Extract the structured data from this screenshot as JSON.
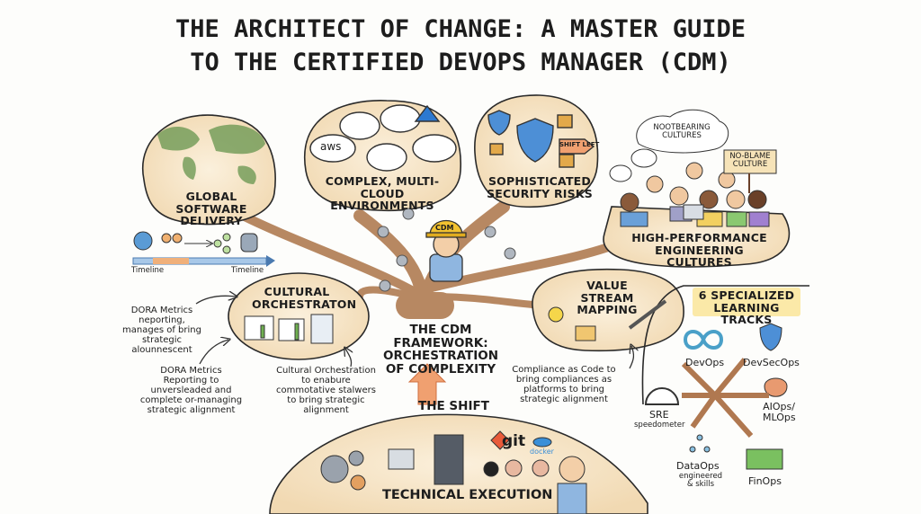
{
  "title": {
    "line1": "THE ARCHITECT OF CHANGE: A MASTER GUIDE",
    "line2": "TO THE CERTIFIED DEVOPS MANAGER (CDM)"
  },
  "branches": {
    "global": {
      "label": "GLOBAL SOFTWARE DELIVERY",
      "timeline_left": "Timeline",
      "timeline_right": "Timeline"
    },
    "cloud": {
      "label": "COMPLEX, MULTI-CLOUD ENVIRONMENTS",
      "aws": "aws"
    },
    "security": {
      "label": "SOPHISTICATED SECURITY RISKS",
      "shift_left": "SHIFT LEFT"
    },
    "culture": {
      "label": "HIGH-PERFORMANCE ENGINEERING CULTURES",
      "thought": "NOOTBEARING CULTURES",
      "sign": "NO-BLAME CULTURE"
    }
  },
  "hat_label": "CDM",
  "orchestration": {
    "label": "CULTURAL ORCHESTRATON",
    "note_left": "DORA Metrics neporting, manages of bring strategic alounnescent",
    "note_bottom_left": "DORA Metrics Reporting to unversleaded and complete or-managing strategic alignment",
    "note_bottom_right": "Cultural Orchestration to enabure commotative stalwers to bring strategic alignment"
  },
  "framework": {
    "label": "THE CDM FRAMEWORK: ORCHESTRATION OF COMPLEXITY",
    "shift": "THE SHIFT"
  },
  "value_stream": {
    "label": "VALUE STREAM MAPPING",
    "note": "Compliance as Code to bring compliances as platforms to bring strategic alignment"
  },
  "technical": {
    "label": "TECHNICAL EXECUTION",
    "git": "git",
    "docker": "docker"
  },
  "tracks": {
    "title": "6 SPECIALIZED LEARNING TRACKS",
    "items": [
      {
        "name": "DevOps"
      },
      {
        "name": "DevSecOps"
      },
      {
        "name": "SRE",
        "sub": "speedometer"
      },
      {
        "name": "AIOps/ MLOps"
      },
      {
        "name": "DataOps",
        "sub": "engineered & skills"
      },
      {
        "name": "FinOps"
      }
    ]
  },
  "colors": {
    "blob": "#f6e6c8",
    "trunk": "#b78862",
    "highlight": "#fbe9a8",
    "arrow": "#e98a5a"
  }
}
